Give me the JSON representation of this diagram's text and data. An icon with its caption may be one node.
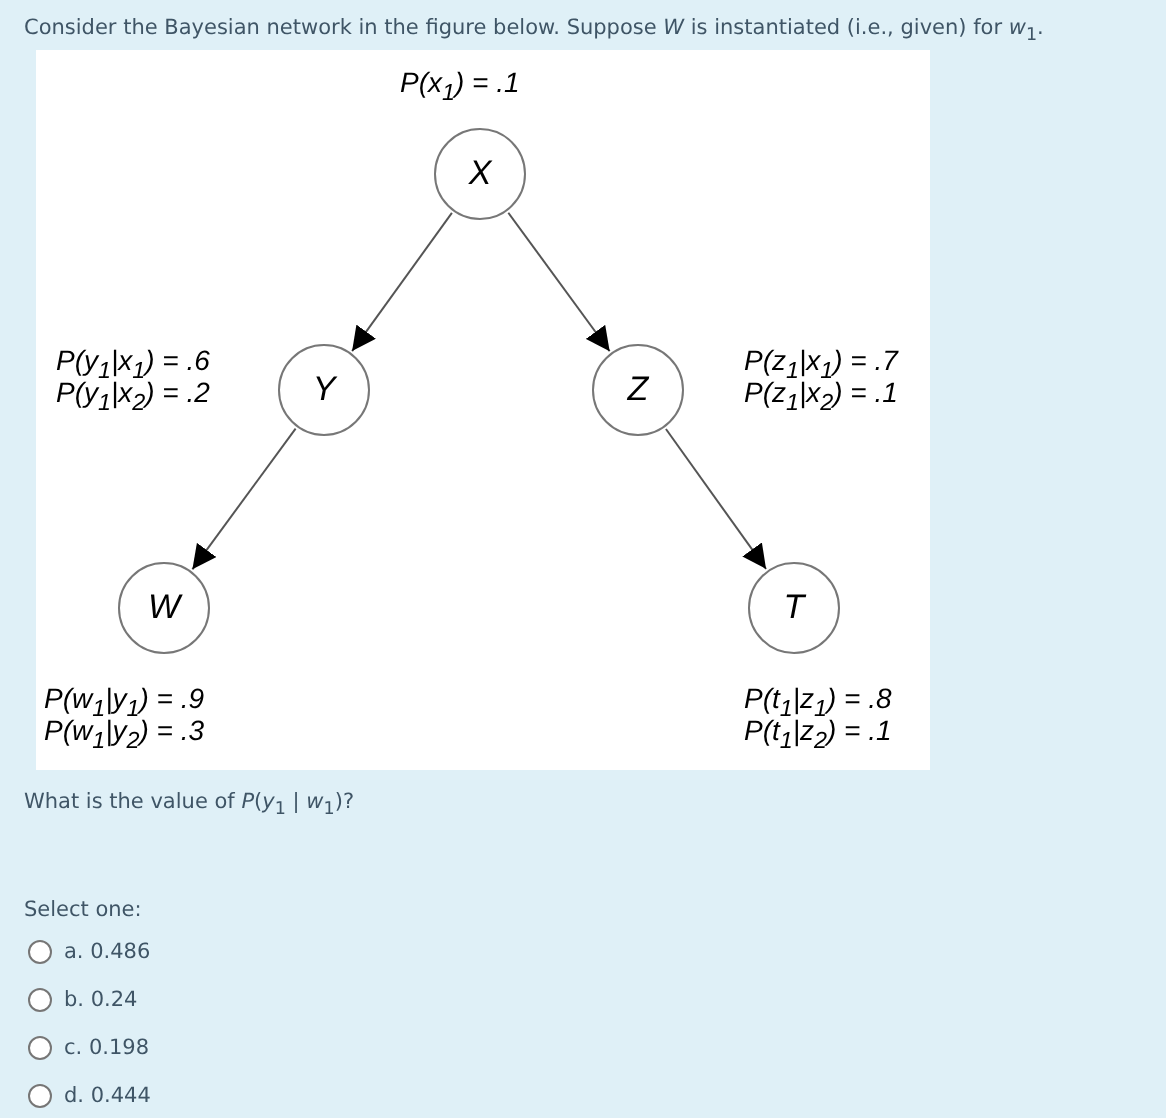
{
  "diagram": {
    "nodes": [
      {
        "text": [
          "X"
        ],
        "beside": [
          "P(x$_{1}$) = .1"
        ]
      },
      {
        "text": [
          "Y"
        ],
        "beside": [
          "P(y$_{1}$|x$_{1}$) = .6",
          "P(y$_{1}$|x$_{2}$) = .2"
        ]
      },
      {
        "text": [
          "Z"
        ],
        "beside": [
          "P(z$_{1}$|x$_{1}$) = .7",
          "P(z$_{1}$|x$_{2}$) = .1"
        ]
      },
      {
        "text": [
          "W"
        ],
        "beside": [
          "P(w$_{1}$|y$_{1}$) = .9",
          "P(w$_{1}$|y$_{2}$) = .3"
        ]
      },
      {
        "text": [
          "T"
        ],
        "beside": [
          "P(t$_{1}$|z$_{1}$) = .8",
          "P(t$_{1}$|z$_{2}$) = .1"
        ]
      }
    ],
    "edges": [
      {
        "from": 0,
        "to": 1,
        "arrow": "to"
      },
      {
        "from": 0,
        "to": 2,
        "arrow": "to"
      },
      {
        "from": 1,
        "to": 3,
        "arrow": "to"
      },
      {
        "from": 2,
        "to": 4,
        "arrow": "to"
      }
    ],
    "labels": [
      "Consider the Bayesian network in the figure below. Suppose *W* is instantiated (i.e., given) for *w*$_{1}$.",
      "What is the value of *P*(*y*$_{1}$ | *w*$_{1}$)?",
      "Select one:",
      "a. 0.486",
      "b. 0.24",
      "c. 0.198",
      "d. 0.444"
    ]
  }
}
